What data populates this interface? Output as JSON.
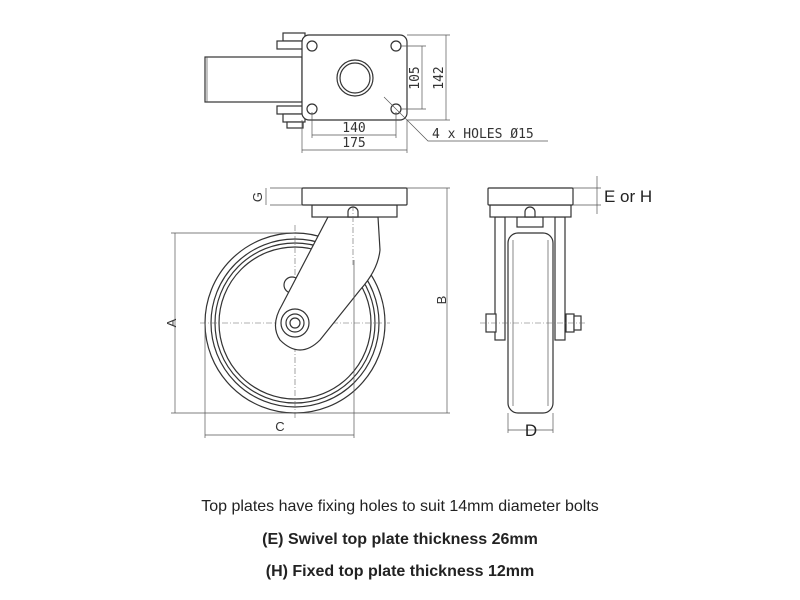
{
  "drawing": {
    "top_view": {
      "dim_105": "105",
      "dim_142": "142",
      "dim_140": "140",
      "dim_175": "175",
      "holes_note": "4 x HOLES Ø15"
    },
    "front_view": {
      "label_g": "G",
      "label_a": "A",
      "label_b": "B",
      "label_c": "C"
    },
    "side_view": {
      "label_e_or_h": "E or H",
      "label_d": "D"
    }
  },
  "notes": {
    "line1": "Top plates have fixing holes to suit 14mm diameter bolts",
    "line2": "(E) Swivel top plate thickness 26mm",
    "line3": "(H) Fixed top plate thickness 12mm"
  }
}
